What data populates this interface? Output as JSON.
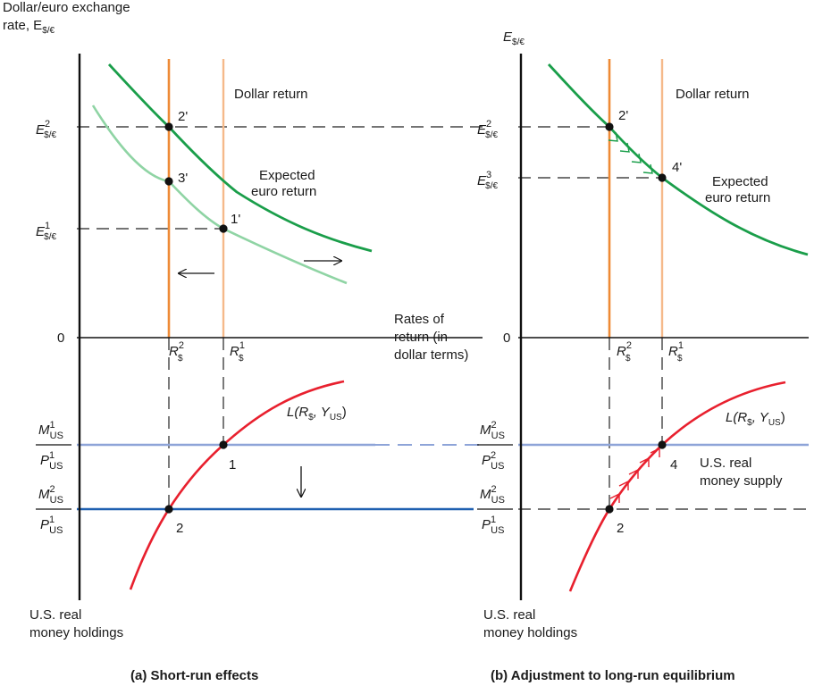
{
  "colors": {
    "axis": "#111111",
    "dash": "#222222",
    "dollar_return_old": "#f5b98a",
    "dollar_return_new": "#ee8a36",
    "euro_return_new": "#1a9e4a",
    "euro_return_old": "#8fd4a4",
    "money_demand": "#e8202e",
    "money_supply_old": "#8ea4d8",
    "money_supply_new": "#1e5fb0",
    "arrow_green": "#1a9e4a",
    "arrow_red": "#e8202e"
  },
  "panel_a": {
    "y_axis_label_line1": "Dollar/euro exchange",
    "y_axis_label_line2": "rate, E",
    "y_axis_label_sub": "$/€",
    "origin_label": "0",
    "dollar_return_label": "Dollar return",
    "euro_return_line1": "Expected",
    "euro_return_line2": "euro return",
    "x_axis_line1": "Rates of",
    "x_axis_line2": "return (in",
    "x_axis_line3": "dollar terms)",
    "money_demand_label": "L(R",
    "money_demand_sub": "$",
    "money_demand_args": ", Y",
    "money_demand_sub2": "US",
    "money_demand_close": ")",
    "bottom_axis_line1": "U.S. real",
    "bottom_axis_line2": "money holdings",
    "caption": "(a) Short-run effects",
    "points": {
      "p2prime": "2'",
      "p3prime": "3'",
      "p1prime": "1'",
      "p1": "1",
      "p2": "2"
    },
    "e2": {
      "main": "E",
      "sup": "2",
      "sub": "$/€"
    },
    "e1": {
      "main": "E",
      "sup": "1",
      "sub": "$/€"
    },
    "r2": {
      "main": "R",
      "sup": "2",
      "sub": "$"
    },
    "r1": {
      "main": "R",
      "sup": "1",
      "sub": "$"
    },
    "m_top": {
      "num": "M",
      "num_sup": "1",
      "num_sub": "US",
      "den": "P",
      "den_sup": "1",
      "den_sub": "US"
    },
    "m_bot": {
      "num": "M",
      "num_sup": "2",
      "num_sub": "US",
      "den": "P",
      "den_sup": "1",
      "den_sub": "US"
    }
  },
  "panel_b": {
    "y_axis_label": "E",
    "y_axis_label_sub": "$/€",
    "origin_label": "0",
    "dollar_return_label": "Dollar return",
    "euro_return_line1": "Expected",
    "euro_return_line2": "euro return",
    "money_demand_label": "L(R",
    "money_demand_sub": "$",
    "money_demand_args": ", Y",
    "money_demand_sub2": "US",
    "money_demand_close": ")",
    "money_supply_line1": "U.S. real",
    "money_supply_line2": "money supply",
    "bottom_axis_line1": "U.S. real",
    "bottom_axis_line2": "money holdings",
    "caption": "(b) Adjustment to long-run equilibrium",
    "points": {
      "p2prime": "2'",
      "p4prime": "4'",
      "p4": "4",
      "p2": "2"
    },
    "e2": {
      "main": "E",
      "sup": "2",
      "sub": "$/€"
    },
    "e3": {
      "main": "E",
      "sup": "3",
      "sub": "$/€"
    },
    "r2": {
      "main": "R",
      "sup": "2",
      "sub": "$"
    },
    "r1": {
      "main": "R",
      "sup": "1",
      "sub": "$"
    },
    "m_top": {
      "num": "M",
      "num_sup": "2",
      "num_sub": "US",
      "den": "P",
      "den_sup": "2",
      "den_sub": "US"
    },
    "m_bot": {
      "num": "M",
      "num_sup": "2",
      "num_sub": "US",
      "den": "P",
      "den_sup": "1",
      "den_sub": "US"
    }
  }
}
